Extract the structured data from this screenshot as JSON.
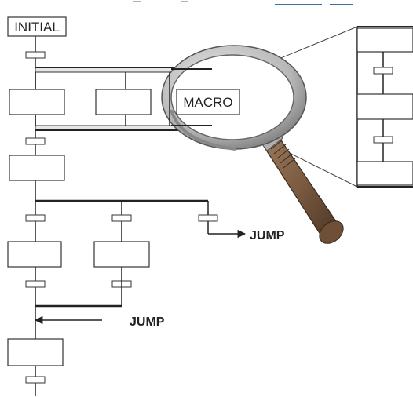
{
  "diagram": {
    "initial_label": "INITIAL",
    "macro_label": "MACRO",
    "jump_label_1": "JUMP",
    "jump_label_2": "JUMP"
  },
  "colors": {
    "line": "#222222",
    "box_stroke": "#333333",
    "rail_fill": "#e6e6e6",
    "lens_rim": "#a8a8a8",
    "handle": "#7a5a40",
    "handle_dark": "#3a2a1e"
  }
}
